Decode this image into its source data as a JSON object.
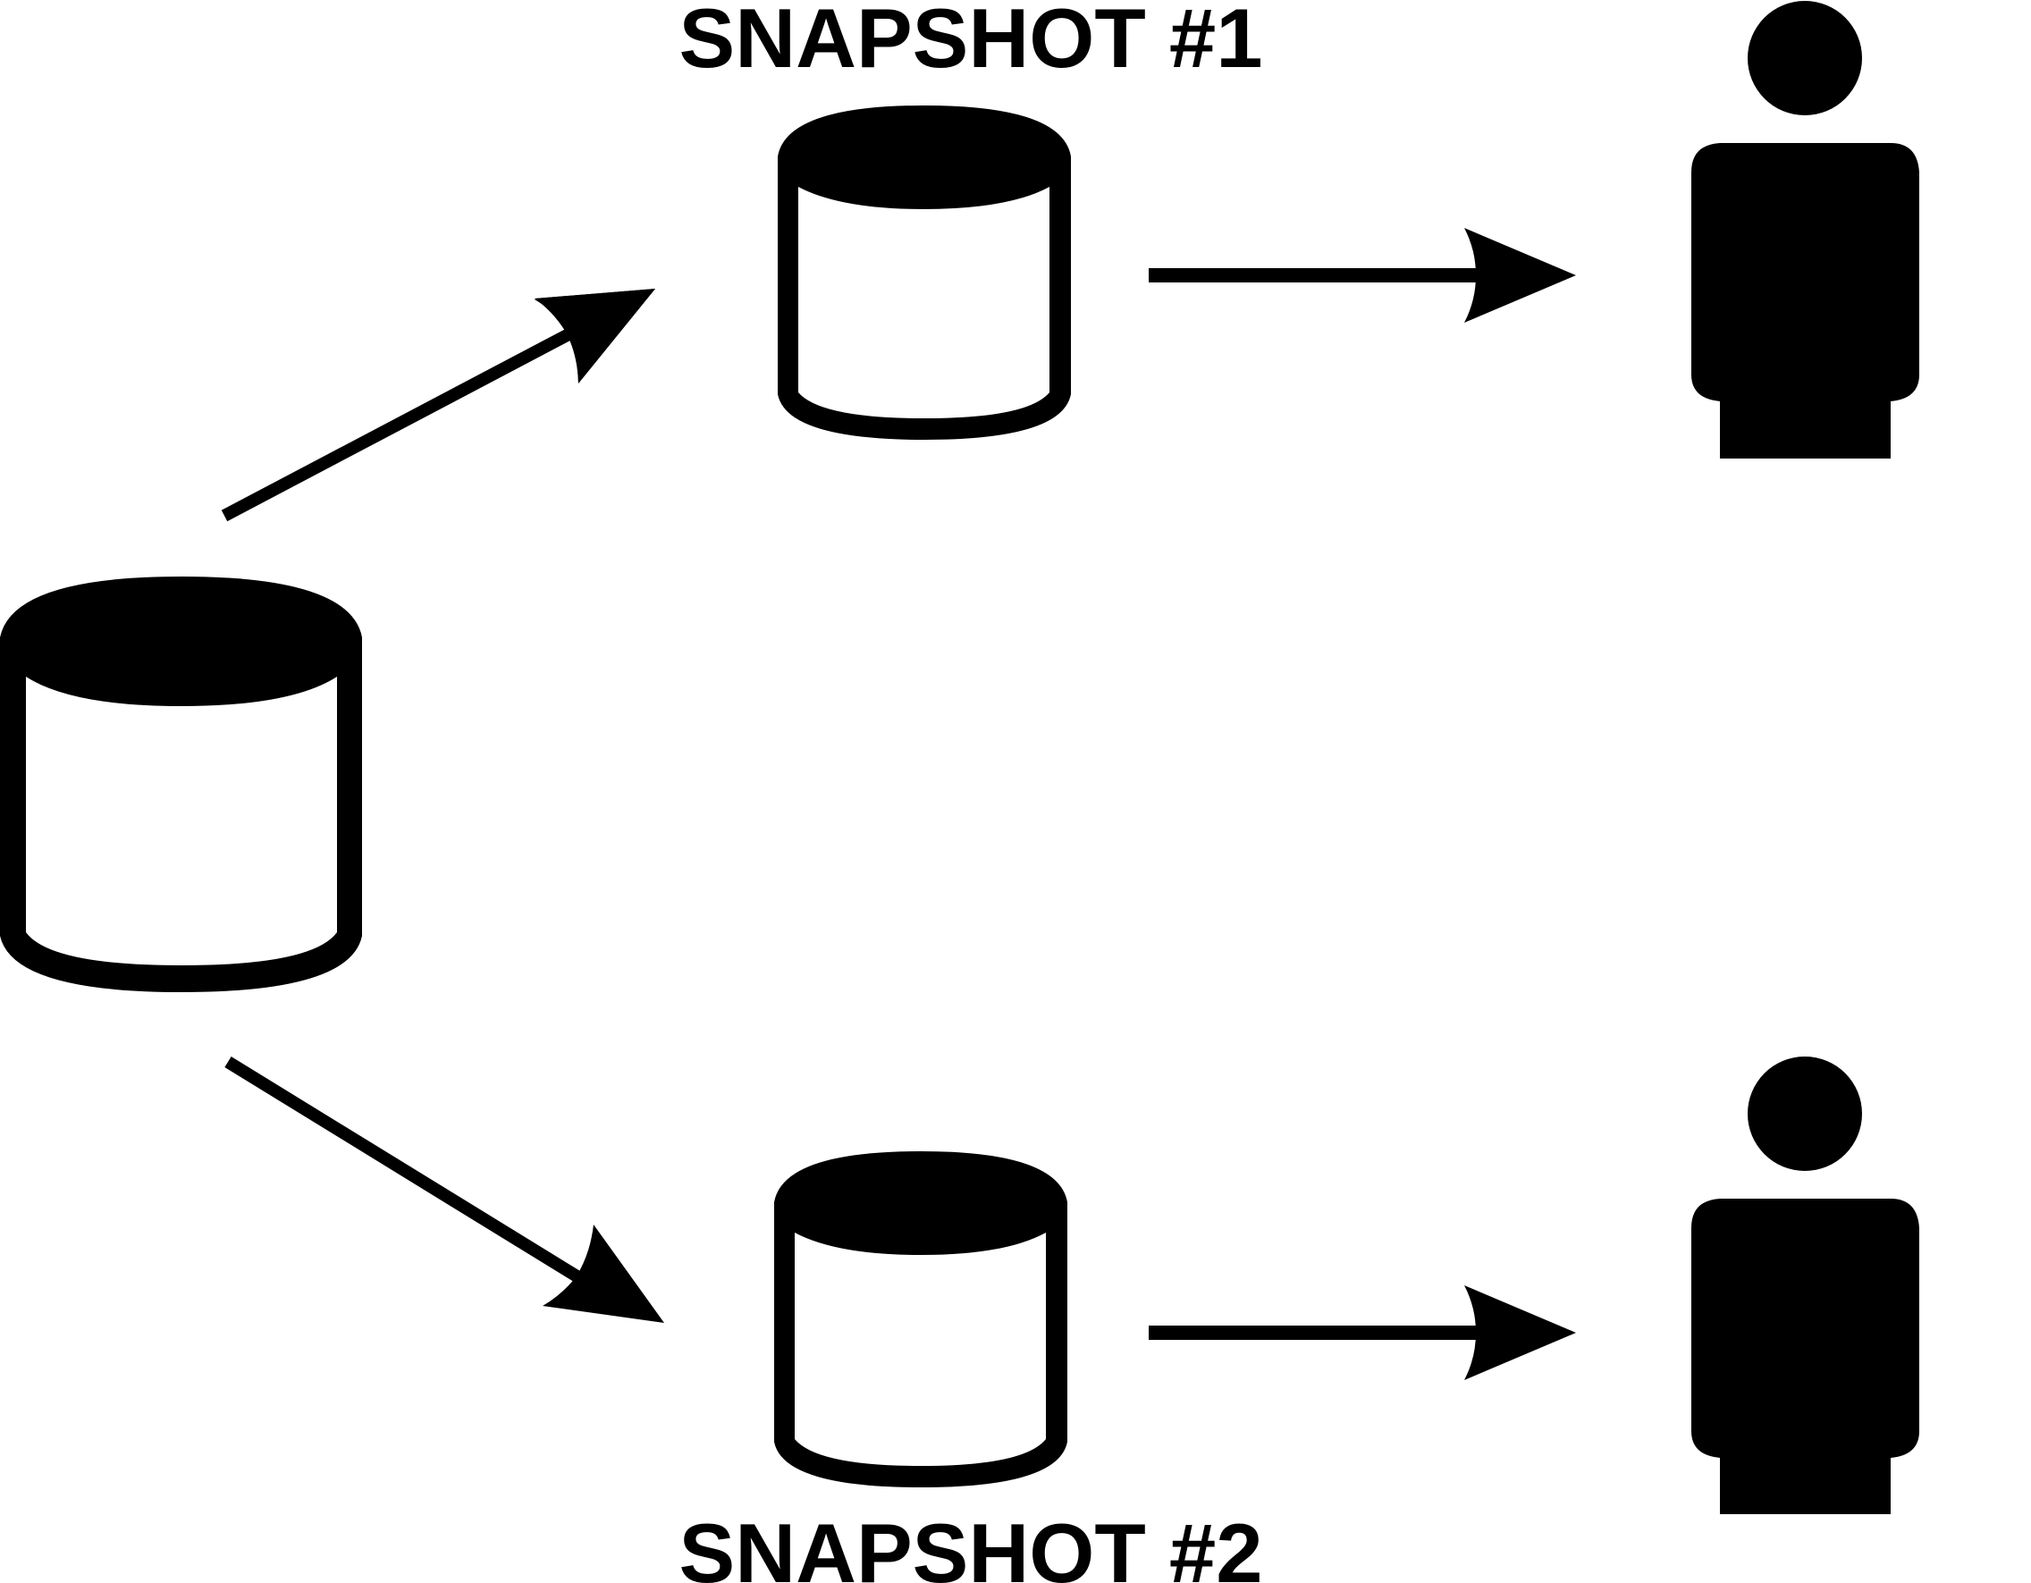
{
  "labels": {
    "snapshot_1": "SNAPSHOT #1",
    "snapshot_2": "SNAPSHOT #2"
  },
  "nodes": {
    "source": {
      "shape": "database-cylinder"
    },
    "snapshot_1": {
      "shape": "database-cylinder"
    },
    "snapshot_2": {
      "shape": "database-cylinder"
    },
    "user_1": {
      "shape": "person-icon"
    },
    "user_2": {
      "shape": "person-icon"
    }
  },
  "edges": [
    {
      "from": "source",
      "to": "snapshot_1"
    },
    {
      "from": "source",
      "to": "snapshot_2"
    },
    {
      "from": "snapshot_1",
      "to": "user_1"
    },
    {
      "from": "snapshot_2",
      "to": "user_2"
    }
  ],
  "colors": {
    "ink": "#000000",
    "background": "#ffffff"
  }
}
